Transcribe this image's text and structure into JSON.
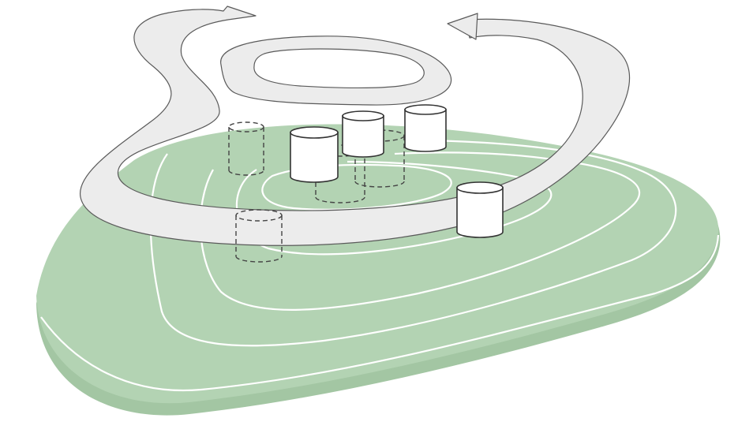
{
  "colors": {
    "terrain_fill": "#b3d3b3",
    "terrain_edge": "#a3c6a3",
    "contour_line": "#ffffff",
    "flow_fill": "#ececec",
    "flow_stroke": "#5a5a5a",
    "cylinder_fill": "#ffffff",
    "cylinder_stroke": "#333333",
    "dashed_stroke": "#444444"
  },
  "elements": {
    "terrain": "terrain-slab",
    "contours": 5,
    "flows": [
      "left-flow-arrow",
      "right-flow-arrow",
      "closed-loop-flow"
    ],
    "solid_cylinders": 4,
    "dashed_cylinders": 4
  }
}
